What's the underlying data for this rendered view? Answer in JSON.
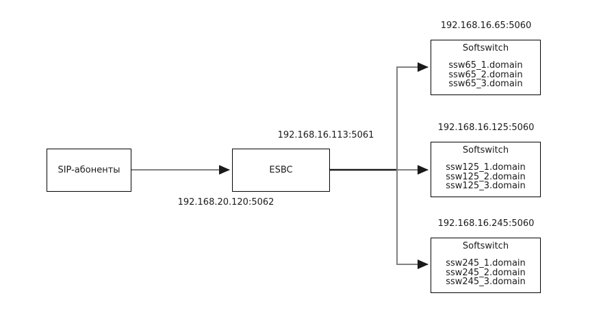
{
  "diagram": {
    "type": "network-topology",
    "background_color": "#ffffff",
    "connector_color": "#808080",
    "trunk_color": "#1a1a1a",
    "box_border_color": "#000000",
    "nodes": {
      "sip": {
        "label": "SIP-абоненты"
      },
      "esbc": {
        "label": "ESBC"
      },
      "ssw65": {
        "title": "Softswitch",
        "address": "192.168.16.65:5060",
        "lines": [
          "ssw65_1.domain",
          "ssw65_2.domain",
          "ssw65_3.domain"
        ]
      },
      "ssw125": {
        "title": "Softswitch",
        "address": "192.168.16.125:5060",
        "lines": [
          "ssw125_1.domain",
          "ssw125_2.domain",
          "ssw125_3.domain"
        ]
      },
      "ssw245": {
        "title": "Softswitch",
        "address": "192.168.16.245:5060",
        "lines": [
          "ssw245_1.domain",
          "ssw245_2.domain",
          "ssw245_3.domain"
        ]
      }
    },
    "labels": {
      "esbc_outbound": "192.168.16.113:5061",
      "esbc_inbound": "192.168.20.120:5062"
    }
  }
}
